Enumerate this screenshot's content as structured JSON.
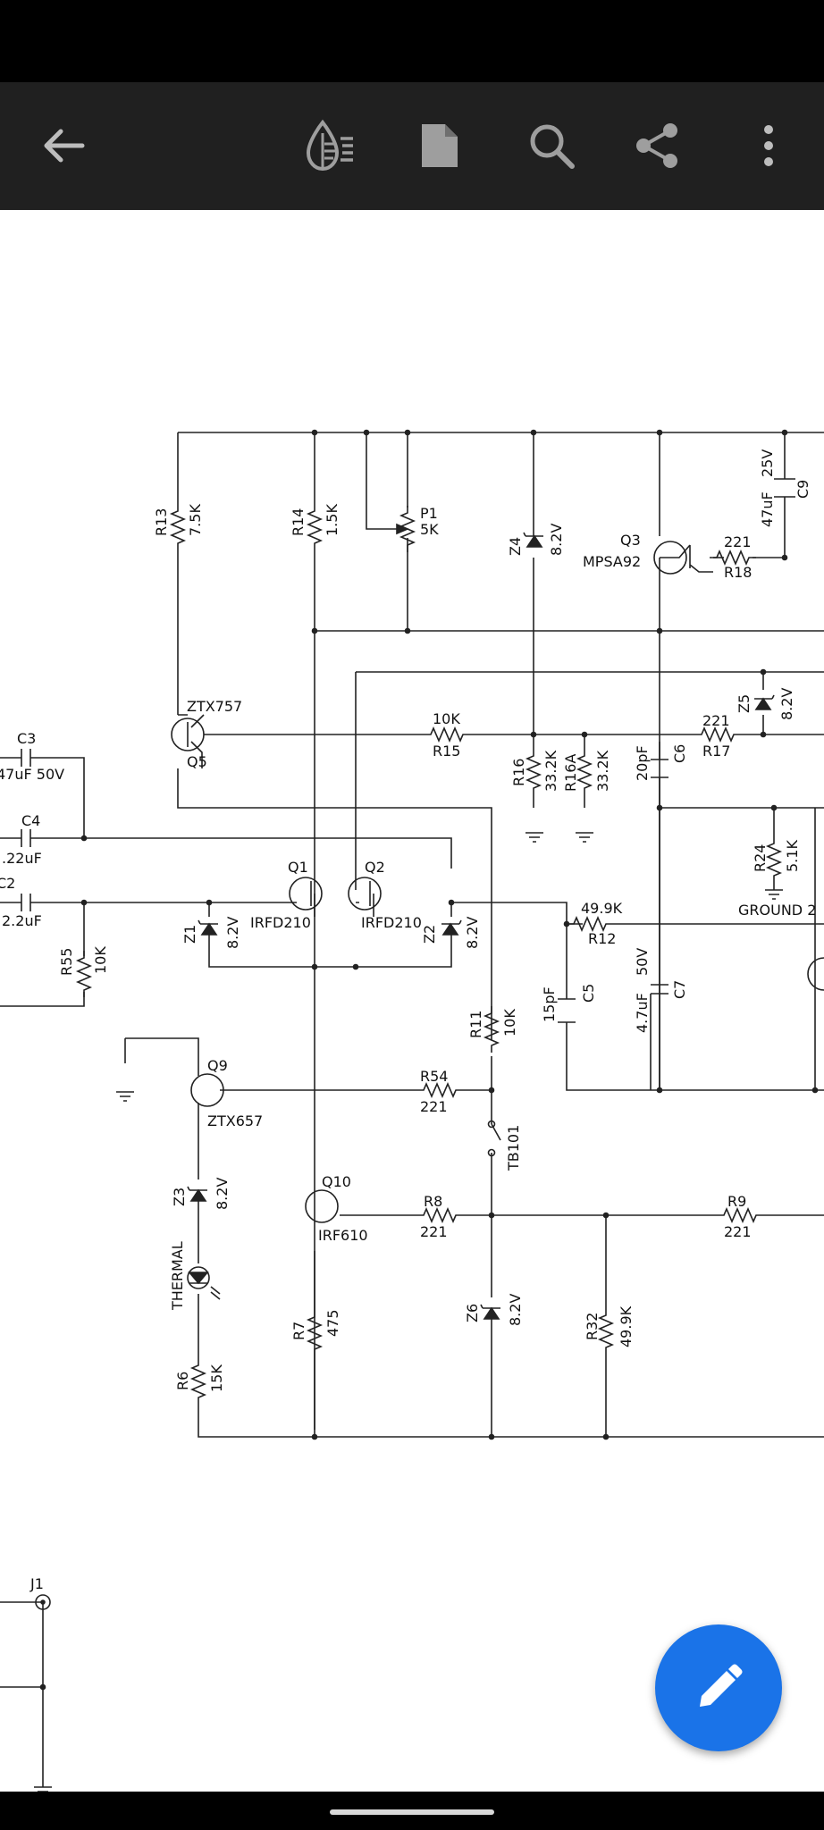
{
  "toolbar": {
    "back_icon": "arrow-back-icon",
    "layers_icon": "layers-icon",
    "document_icon": "document-icon",
    "search_icon": "search-icon",
    "share_icon": "share-icon",
    "more_icon": "more-vert-icon"
  },
  "fab": {
    "icon": "pencil-icon",
    "color": "#1a73e8"
  },
  "schematic": {
    "labels": {
      "R13": "R13",
      "R13_val": "7.5K",
      "R14": "R14",
      "R14_val": "1.5K",
      "P1": "P1",
      "P1_val": "5K",
      "Z4": "Z4",
      "Z4_val": "8.2V",
      "Q3": "Q3",
      "Q3_part": "MPSA92",
      "R18_val": "221",
      "R18": "R18",
      "C9_val1": "25V",
      "C9_val2": "47uF",
      "C9": "C9",
      "ZTX757": "ZTX757",
      "Q5": "Q5",
      "R15_val": "10K",
      "R15": "R15",
      "R17_val": "221",
      "R17": "R17",
      "Z5": "Z5",
      "Z5_val": "8.2V",
      "R16": "R16",
      "R16_val": "33.2K",
      "R16A": "R16A",
      "R16A_val": "33.2K",
      "C6_val": "20pF",
      "C6": "C6",
      "C3": "C3",
      "C3_val": "47uF 50V",
      "C4": "C4",
      "C4_val": ".22uF",
      "C2": "C2",
      "C2_val": "2.2uF",
      "R24": "R24",
      "R24_val": "5.1K",
      "GROUND2": "GROUND 2",
      "Q1": "Q1",
      "Q2": "Q2",
      "IRFD210_a": "IRFD210",
      "IRFD210_b": "IRFD210",
      "Z1": "Z1",
      "Z1_val": "8.2V",
      "Z2": "Z2",
      "Z2_val": "8.2V",
      "R12_val": "49.9K",
      "R12": "R12",
      "R55": "R55",
      "R55_val": "10K",
      "R11": "R11",
      "R11_val": "10K",
      "C5_val": "15pF",
      "C5": "C5",
      "C7_val1": "4.7uF",
      "C7_val2": "50V",
      "C7": "C7",
      "Q9": "Q9",
      "ZTX657": "ZTX657",
      "R54": "R54",
      "R54_val": "221",
      "TB101": "TB101",
      "Z3": "Z3",
      "Z3_val": "8.2V",
      "Q10": "Q10",
      "IRF610": "IRF610",
      "R8": "R8",
      "R8_val": "221",
      "R9": "R9",
      "R9_val": "221",
      "THERMAL": "THERMAL",
      "R7": "R7",
      "R7_val": "475",
      "Z6": "Z6",
      "Z6_val": "8.2V",
      "R32": "R32",
      "R32_val": "49.9K",
      "R6": "R6",
      "R6_val": "15K",
      "J1": "J1"
    }
  }
}
